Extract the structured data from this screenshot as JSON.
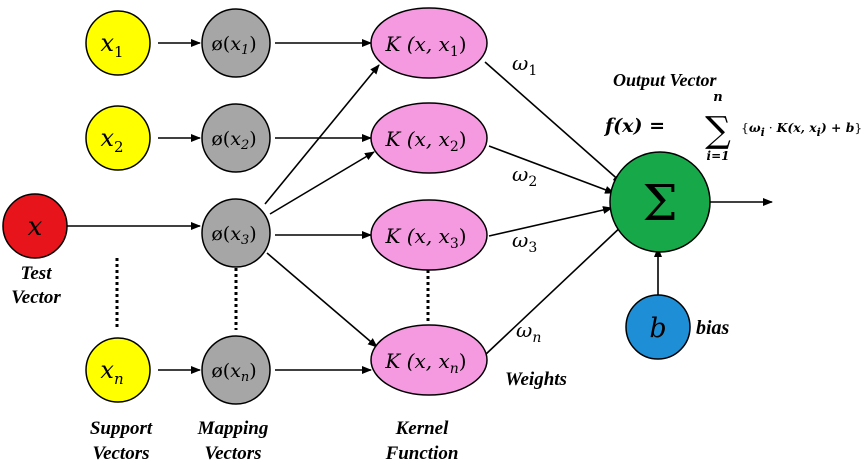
{
  "colors": {
    "test": "#e8141b",
    "support": "#ffff00",
    "mapping": "#a6a6a6",
    "kernel": "#f59ae0",
    "sum": "#17a84a",
    "bias": "#1e8fd6",
    "line": "#000000"
  },
  "test_vector": {
    "symbol": "x",
    "caption_line1": "Test",
    "caption_line2": "Vector"
  },
  "support_vectors": {
    "items": [
      {
        "base": "x",
        "sub": "1"
      },
      {
        "base": "x",
        "sub": "2"
      },
      {
        "base": "x",
        "sub": "n"
      }
    ],
    "caption_line1": "Support",
    "caption_line2": "Vectors"
  },
  "mapping_vectors": {
    "items": [
      {
        "prefix": "ø(",
        "base": "x",
        "sub": "1",
        "suffix": ")"
      },
      {
        "prefix": "ø(",
        "base": "x",
        "sub": "2",
        "suffix": ")"
      },
      {
        "prefix": "ø(",
        "base": "x",
        "sub": "3",
        "suffix": ")"
      },
      {
        "prefix": "ø(",
        "base": "x",
        "sub": "n",
        "suffix": ")"
      }
    ],
    "caption_line1": "Mapping",
    "caption_line2": "Vectors"
  },
  "kernel_function": {
    "items": [
      {
        "prefix": "K (x, ",
        "base": "x",
        "sub": "1",
        "suffix": ")"
      },
      {
        "prefix": "K (x, ",
        "base": "x",
        "sub": "2",
        "suffix": ")"
      },
      {
        "prefix": "K (x, ",
        "base": "x",
        "sub": "3",
        "suffix": ")"
      },
      {
        "prefix": "K (x, ",
        "base": "x",
        "sub": "n",
        "suffix": ")"
      }
    ],
    "caption_line1": "Kernel",
    "caption_line2": "Function"
  },
  "weights": {
    "items": [
      {
        "base": "ω",
        "sub": "1"
      },
      {
        "base": "ω",
        "sub": "2"
      },
      {
        "base": "ω",
        "sub": "3"
      },
      {
        "base": "ω",
        "sub": "n"
      }
    ],
    "caption": "Weights"
  },
  "output": {
    "title": "Output Vector",
    "sum_symbol": "Σ",
    "formula": {
      "lhs": "f(x) = ",
      "sum_sign": "∑",
      "upper": "n",
      "lower": "i=1",
      "body_open": "{",
      "w": "ω",
      "w_sub": "i",
      "dot": " · ",
      "k": "K(x, x",
      "k_sub": "i",
      "k_close": ")",
      "plus_b": " + b",
      "body_close": "}"
    }
  },
  "bias": {
    "symbol": "b",
    "caption": "bias"
  }
}
